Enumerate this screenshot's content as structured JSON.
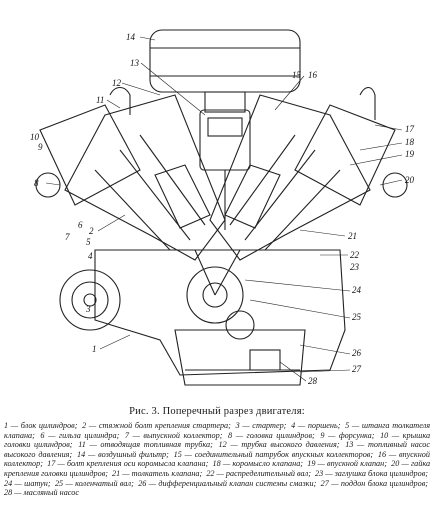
{
  "figure": {
    "callouts": [
      "1",
      "2",
      "3",
      "4",
      "5",
      "6",
      "7",
      "8",
      "9",
      "10",
      "11",
      "12",
      "13",
      "14",
      "15",
      "16",
      "17",
      "18",
      "19",
      "20",
      "21",
      "22",
      "23",
      "24",
      "25",
      "26",
      "27",
      "28"
    ]
  },
  "caption": "Рис. 3. Поперечный разрез двигателя:",
  "legend": [
    "1 — блок цилиндров;",
    "2 — стяжной болт крепления стартера;",
    "3 — стартер;",
    "4 — поршень;",
    "5 — штанга толкателя клапана;",
    "6 — гильза цилиндра;",
    "7 — выпускной коллектор;",
    "8 — головка цилиндров;",
    "9 — форсунка;",
    "10 — крышка головки цилиндров;",
    "11 — отводящая топливная трубка;",
    "12 — трубка высокого давления;",
    "13 — топливный насос высокого давления;",
    "14 — воздушный фильтр;",
    "15 — соединительный патрубок впускных коллекторов;",
    "16 — впускной коллектор;",
    "17 — болт крепления оси коромысла клапана;",
    "18 — коромысло клапана;",
    "19 — впускной клапан;",
    "20 — гайка крепления головки цилиндров;",
    "21 — толкатель клапана;",
    "22 — распределительный вал;",
    "23 — заглушка блока цилиндров;",
    "24 — шатун;",
    "25 — коленчатый вал;",
    "26 — дифференциальный клапан системы смазки;",
    "27 — поддон блока цилиндров;",
    "28 — масляный насос"
  ]
}
